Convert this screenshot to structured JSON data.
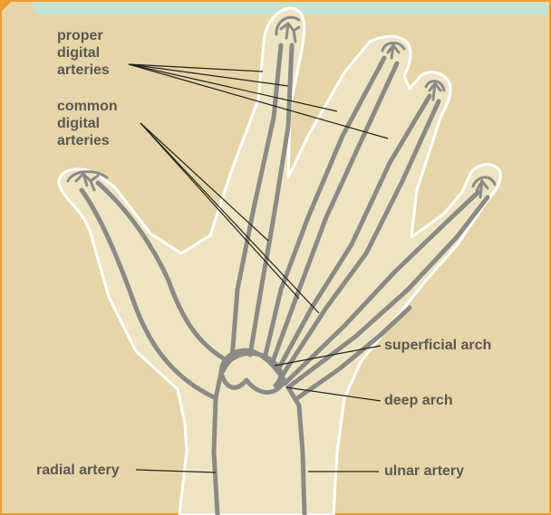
{
  "colors": {
    "background": "#e6d6a7",
    "border": "#f29a2b",
    "header_band": "#c7e3cf",
    "hand_fill": "#efe4c2",
    "hand_outline": "#ffffff",
    "artery": "#8c8a87",
    "leader_line": "#222222",
    "label_text": "#5a5753"
  },
  "labels": {
    "proper_digital_arteries": [
      "proper",
      "digital",
      "arteries"
    ],
    "common_digital_arteries": [
      "common",
      "digital",
      "arteries"
    ],
    "superficial_arch": "superficial arch",
    "deep_arch": "deep arch",
    "radial_artery": "radial artery",
    "ulnar_artery": "ulnar artery"
  }
}
